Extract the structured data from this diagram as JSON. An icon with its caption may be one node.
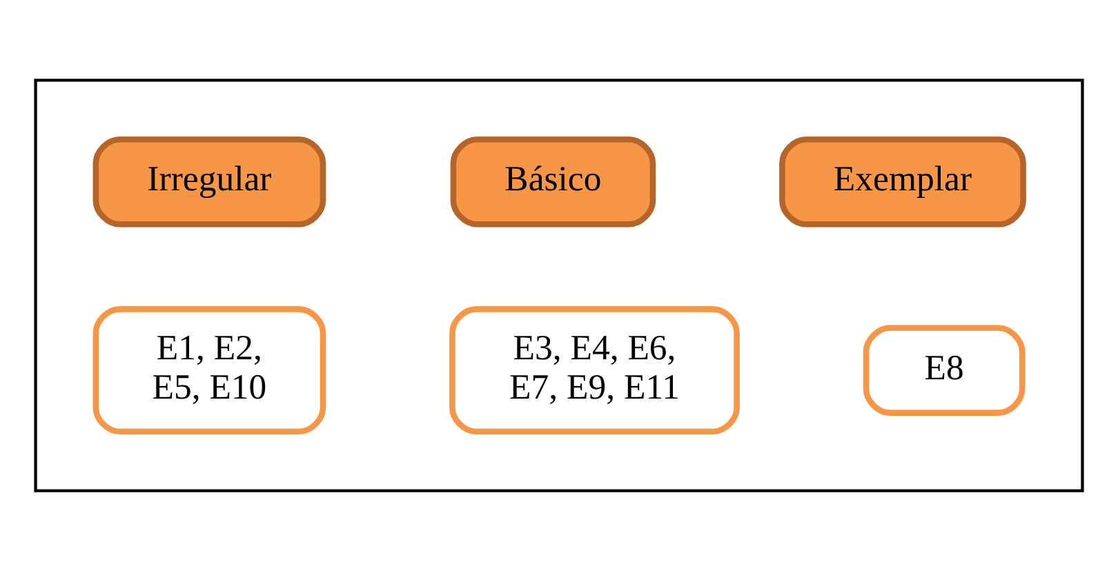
{
  "diagram": {
    "nodes": [
      {
        "text": [],
        "shape": "box"
      },
      {
        "text": [
          "Irregular"
        ],
        "in": 0
      },
      {
        "text": [
          "Básico"
        ],
        "in": 0
      },
      {
        "text": [
          "Exemplar"
        ],
        "in": 0
      },
      {
        "text": [
          "E1, E2, E5, E10"
        ],
        "in": 0
      },
      {
        "text": [
          "E3, E4, E6, E7, E9, E11"
        ],
        "in": 0
      },
      {
        "text": [
          "E8"
        ],
        "in": 0
      }
    ],
    "edges": []
  }
}
